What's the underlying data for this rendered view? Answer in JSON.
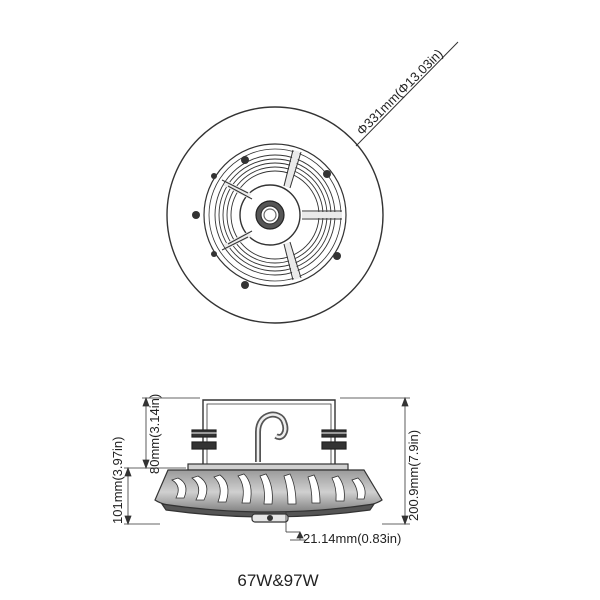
{
  "top_view": {
    "diameter_label": "Φ331mm(Φ13.03in)"
  },
  "side_view": {
    "height_80_label": "80mm(3.14in)",
    "height_101_label": "101mm(3.97in)",
    "height_200_label": "200.9mm(7.9in)",
    "offset_label": "21.14mm(0.83in)"
  },
  "caption": "67W&97W",
  "colors": {
    "line": "#333333",
    "fill_dark": "#444444",
    "fill_mid": "#8a8a8a",
    "fill_light": "#d8d8d8"
  }
}
